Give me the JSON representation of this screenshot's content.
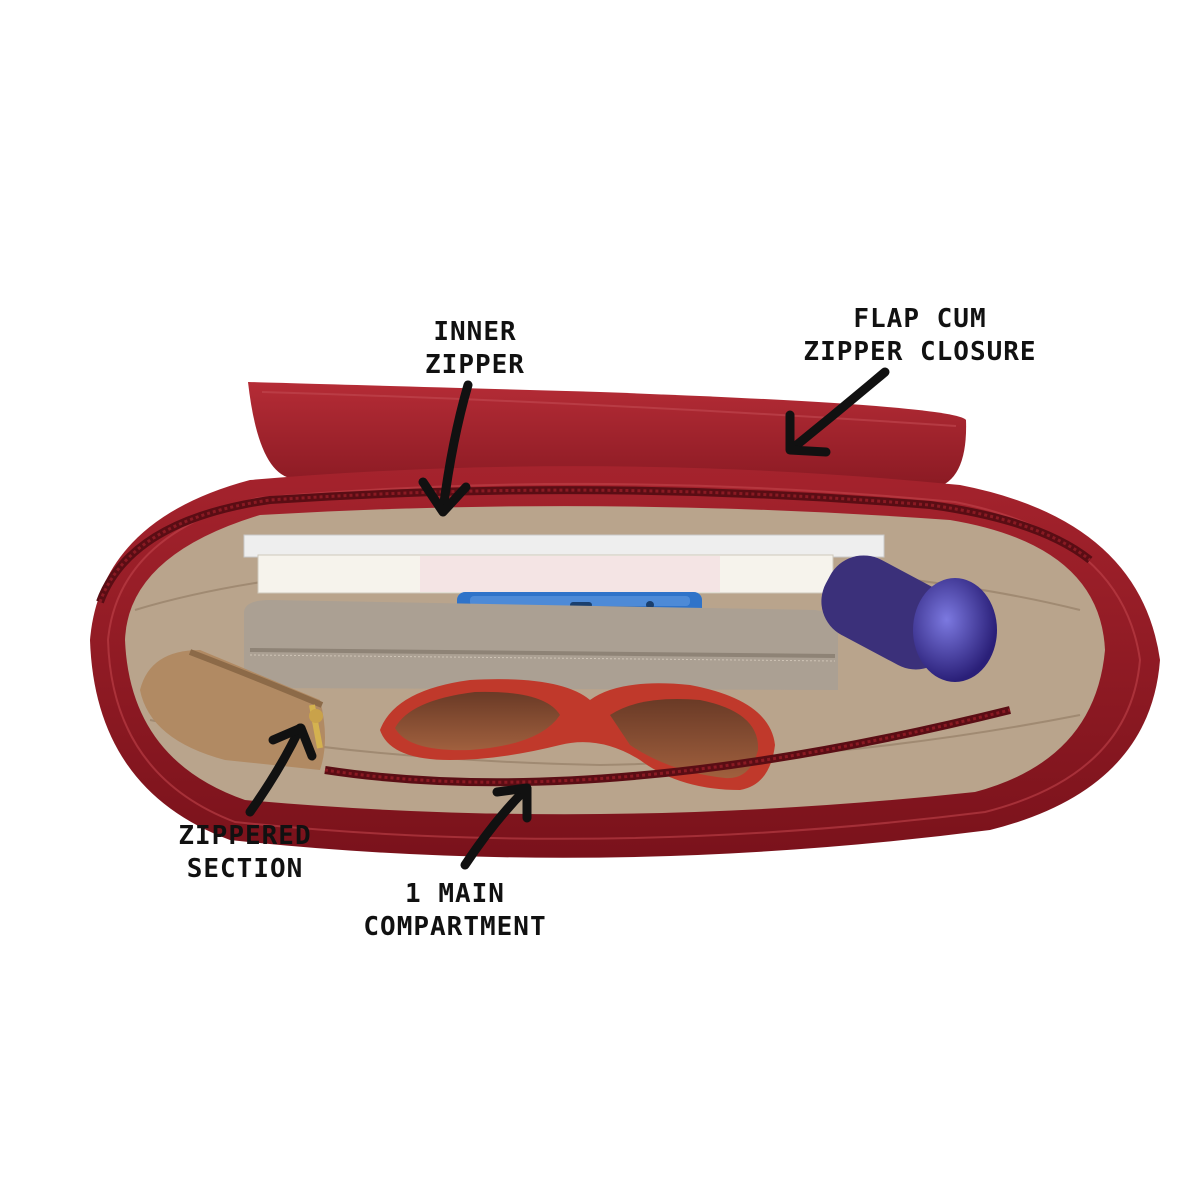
{
  "callouts": {
    "inner_zipper": {
      "line1": "INNER",
      "line2": "ZIPPER"
    },
    "flap_closure": {
      "line1": "FLAP CUM",
      "line2": "ZIPPER CLOSURE"
    },
    "zippered_section": {
      "line1": "ZIPPERED",
      "line2": "SECTION"
    },
    "main_compartment": {
      "line1": "1 MAIN",
      "line2": "COMPARTMENT"
    }
  },
  "colors": {
    "background": "#ffffff",
    "leather": "#a5232d",
    "leather_dark": "#7a121b",
    "lining": "#b9a48c",
    "label": "#111111"
  }
}
